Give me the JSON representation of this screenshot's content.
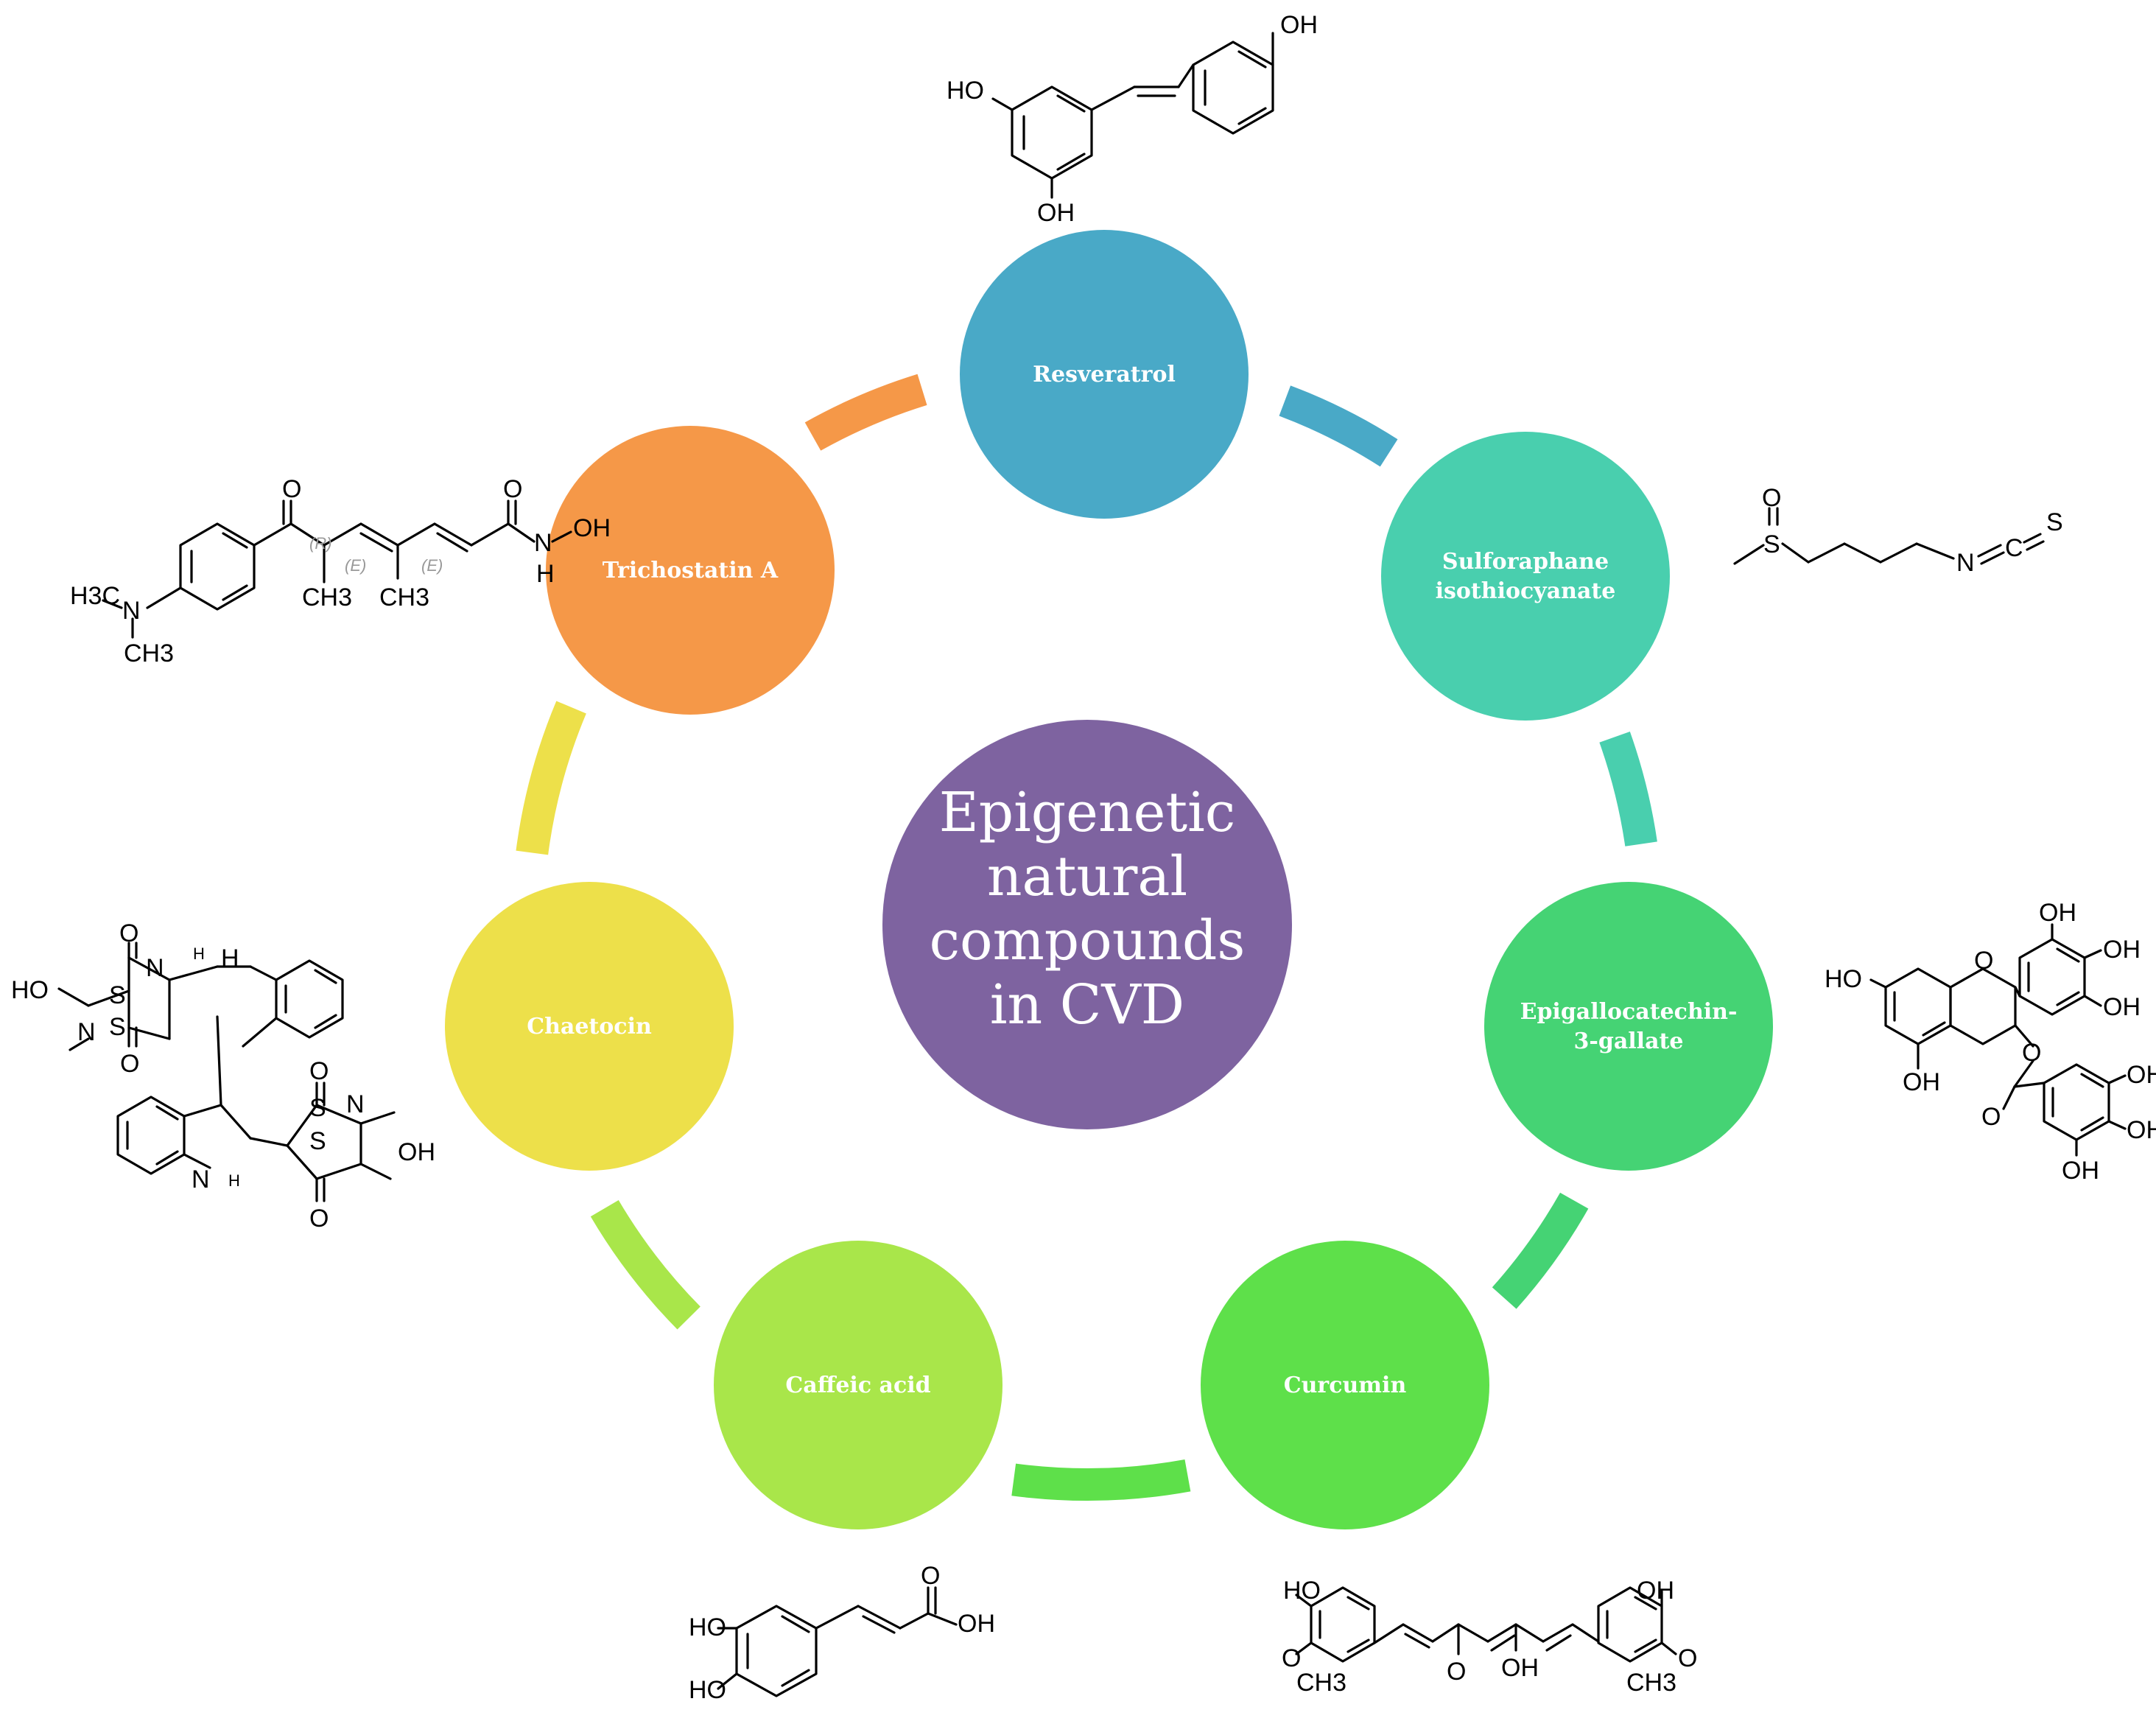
{
  "center": {
    "lines": [
      "Epigenetic",
      "natural",
      "compounds",
      "in CVD"
    ],
    "color": "#7e63a0"
  },
  "nodes": [
    {
      "id": "resveratrol",
      "lines": [
        "Resveratrol"
      ],
      "color": "#49a9c7"
    },
    {
      "id": "sulforaphane",
      "lines": [
        "Sulforaphane",
        "isothiocyanate"
      ],
      "color": "#49cfae"
    },
    {
      "id": "egcg",
      "lines": [
        "Epigallocatechin-",
        "3-gallate"
      ],
      "color": "#45d374"
    },
    {
      "id": "curcumin",
      "lines": [
        "Curcumin"
      ],
      "color": "#5ee04a"
    },
    {
      "id": "caffeic-acid",
      "lines": [
        "Caffeic acid"
      ],
      "color": "#a9e64a"
    },
    {
      "id": "chaetocin",
      "lines": [
        "Chaetocin"
      ],
      "color": "#ede04a"
    },
    {
      "id": "trichostatin-a",
      "lines": [
        "Trichostatin A"
      ],
      "color": "#f59848"
    }
  ],
  "structures": {
    "resveratrol": [
      "OH",
      "HO",
      "OH"
    ],
    "sulforaphane": [
      "O",
      "S",
      "N",
      "C",
      "S"
    ],
    "trichostatin": [
      "O",
      "O",
      "N",
      "OH",
      "H",
      "H3C",
      "N",
      "CH3",
      "CH3",
      "CH3",
      "(R)",
      "(E)",
      "(E)"
    ],
    "egcg": [
      "OH",
      "OH",
      "HO",
      "O",
      "OH",
      "O",
      "OH",
      "O",
      "OH",
      "OH",
      "OH"
    ],
    "chaetocin": [
      "O",
      "H",
      "H",
      "N",
      "HO",
      "S",
      "S",
      "N",
      "O",
      "O",
      "S",
      "S",
      "N",
      "OH",
      "H",
      "N",
      "O"
    ],
    "caffeic": [
      "O",
      "OH",
      "HO",
      "HO"
    ],
    "curcumin": [
      "HO",
      "OH",
      "O",
      "CH3",
      "O",
      "OH",
      "O",
      "CH3"
    ]
  }
}
